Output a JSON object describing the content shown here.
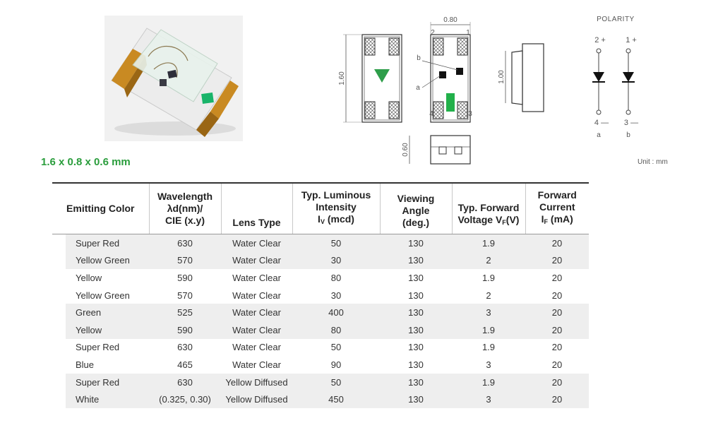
{
  "size_title": "1.6 x 0.8 x 0.6 mm",
  "photo": {
    "alt": "SMD 0603 LED package"
  },
  "drawing": {
    "width_label": "0.80",
    "length_label": "1.60",
    "height_label": "1.00",
    "thickness_label": "0.60",
    "pin_labels": [
      "2",
      "1",
      "4",
      "3"
    ],
    "chip_labels": [
      "b",
      "a"
    ]
  },
  "polarity": {
    "title": "POLARITY",
    "top_labels": [
      "2 +",
      "1 +"
    ],
    "bottom_labels": [
      "4 —",
      "3 —"
    ],
    "channel_labels": [
      "a",
      "b"
    ]
  },
  "unit_note": "Unit : mm",
  "colors": {
    "green_accent": "#2a9d3c",
    "row_shade": "#eeeeee",
    "led_pad": "#c98a22"
  },
  "table": {
    "headers": {
      "color": "Emitting Color",
      "wavelength": [
        "Wavelength",
        "λd(nm)/",
        "CIE (x.y)"
      ],
      "lens": "Lens Type",
      "intensity": [
        "Typ. Luminous",
        "Intensity",
        "I",
        "V",
        " (mcd)"
      ],
      "angle": [
        "Viewing Angle",
        "(deg.)"
      ],
      "voltage": [
        "Typ. Forward",
        "Voltage V",
        "F",
        "(V)"
      ],
      "current": [
        "Forward",
        "Current",
        "I",
        "F",
        " (mA)"
      ]
    },
    "rows": [
      {
        "color": "Super Red",
        "wavelength": "630",
        "lens": "Water Clear",
        "intensity": "50",
        "angle": "130",
        "voltage": "1.9",
        "current": "20",
        "shaded": true
      },
      {
        "color": "Yellow Green",
        "wavelength": "570",
        "lens": "Water Clear",
        "intensity": "30",
        "angle": "130",
        "voltage": "2",
        "current": "20",
        "shaded": true
      },
      {
        "color": "Yellow",
        "wavelength": "590",
        "lens": "Water Clear",
        "intensity": "80",
        "angle": "130",
        "voltage": "1.9",
        "current": "20",
        "shaded": false
      },
      {
        "color": "Yellow Green",
        "wavelength": "570",
        "lens": "Water Clear",
        "intensity": "30",
        "angle": "130",
        "voltage": "2",
        "current": "20",
        "shaded": false
      },
      {
        "color": "Green",
        "wavelength": "525",
        "lens": "Water Clear",
        "intensity": "400",
        "angle": "130",
        "voltage": "3",
        "current": "20",
        "shaded": true
      },
      {
        "color": "Yellow",
        "wavelength": "590",
        "lens": "Water Clear",
        "intensity": "80",
        "angle": "130",
        "voltage": "1.9",
        "current": "20",
        "shaded": true
      },
      {
        "color": "Super Red",
        "wavelength": "630",
        "lens": "Water Clear",
        "intensity": "50",
        "angle": "130",
        "voltage": "1.9",
        "current": "20",
        "shaded": false
      },
      {
        "color": "Blue",
        "wavelength": "465",
        "lens": "Water Clear",
        "intensity": "90",
        "angle": "130",
        "voltage": "3",
        "current": "20",
        "shaded": false
      },
      {
        "color": "Super Red",
        "wavelength": "630",
        "lens": "Yellow Diffused",
        "intensity": "50",
        "angle": "130",
        "voltage": "1.9",
        "current": "20",
        "shaded": true
      },
      {
        "color": "White",
        "wavelength": "(0.325, 0.30)",
        "lens": "Yellow Diffused",
        "intensity": "450",
        "angle": "130",
        "voltage": "3",
        "current": "20",
        "shaded": true
      }
    ]
  }
}
